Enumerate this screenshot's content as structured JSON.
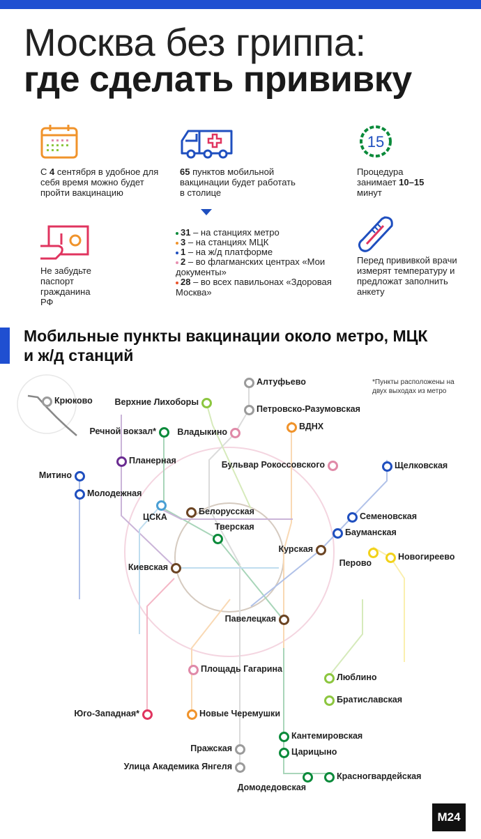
{
  "header": {
    "title_line1": "Москва без гриппа:",
    "title_line2": "где сделать прививку"
  },
  "facts": [
    {
      "icon": "calendar-icon",
      "pre": "С ",
      "bold": "4",
      "post": " сентября в удобное для себя время можно будет пройти вакцинацию"
    },
    {
      "icon": "ambulance-truck-icon",
      "pre": "",
      "bold": "65",
      "post": " пунктов мобильной вакцинации будет работать в столице"
    },
    {
      "icon": "timer-15-icon",
      "pre": "Процедура занимает ",
      "bold": "10–15",
      "post": " минут"
    },
    {
      "icon": "passport-icon",
      "pre": "Не забудьте паспорт гражданина РФ",
      "bold": "",
      "post": ""
    },
    {
      "icon": "thermometer-icon",
      "pre": "Перед прививкой врачи измерят температуру и предложат заполнить анкету",
      "bold": "",
      "post": ""
    }
  ],
  "breakdown": [
    {
      "count": "31",
      "text": " – на станциях метро",
      "color": "#0a8a3a"
    },
    {
      "count": "3",
      "text": " – на станциях МЦК",
      "color": "#f0932b"
    },
    {
      "count": "1",
      "text": " – на ж/д платформе",
      "color": "#1f4fbf"
    },
    {
      "count": "2",
      "text": " – во флагманских центрах «Мои документы»",
      "color": "#e890b0"
    },
    {
      "count": "28",
      "text": " – во всех павильонах «Здоровая Москва»",
      "color": "#e8532a"
    }
  ],
  "section_title": "Мобильные пункты вакцинации около метро, МЦК и ж/д станций",
  "note": "*Пункты расположены на двух выходах из метро",
  "stations": [
    {
      "name": "Крюково",
      "color": "#9b9b9b"
    },
    {
      "name": "Алтуфьево",
      "color": "#9b9b9b"
    },
    {
      "name": "Верхние Лихоборы",
      "color": "#8cc63f"
    },
    {
      "name": "Петровско-Разумовская",
      "color": "#9b9b9b"
    },
    {
      "name": "Речной вокзал*",
      "color": "#0a8a3a"
    },
    {
      "name": "Владыкино",
      "color": "#e08aa8"
    },
    {
      "name": "ВДНХ",
      "color": "#f0932b"
    },
    {
      "name": "Планерная",
      "color": "#6a2c91"
    },
    {
      "name": "Бульвар Рокоссовского",
      "color": "#e08aa8"
    },
    {
      "name": "Щелковская",
      "color": "#1f4fbf"
    },
    {
      "name": "Митино",
      "color": "#1f4fbf"
    },
    {
      "name": "Молодежная",
      "color": "#1f4fbf"
    },
    {
      "name": "ЦСКА",
      "color": "#4a9fd4"
    },
    {
      "name": "Белорусская",
      "color": "#6b4423"
    },
    {
      "name": "Тверская",
      "color": "#0a8a3a"
    },
    {
      "name": "Семеновская",
      "color": "#1f4fbf"
    },
    {
      "name": "Бауманская",
      "color": "#1f4fbf"
    },
    {
      "name": "Курская",
      "color": "#6b4423"
    },
    {
      "name": "Перово",
      "color": "#f2d21a"
    },
    {
      "name": "Новогиреево",
      "color": "#f2d21a"
    },
    {
      "name": "Киевская",
      "color": "#6b4423"
    },
    {
      "name": "Павелецкая",
      "color": "#6b4423"
    },
    {
      "name": "Площадь Гагарина",
      "color": "#e08aa8"
    },
    {
      "name": "Люблино",
      "color": "#8cc63f"
    },
    {
      "name": "Братиславская",
      "color": "#8cc63f"
    },
    {
      "name": "Юго-Западная*",
      "color": "#e0345f"
    },
    {
      "name": "Новые Черемушки",
      "color": "#f0932b"
    },
    {
      "name": "Кантемировская",
      "color": "#0a8a3a"
    },
    {
      "name": "Царицыно",
      "color": "#0a8a3a"
    },
    {
      "name": "Пражская",
      "color": "#9b9b9b"
    },
    {
      "name": "Улица Академика Янгеля",
      "color": "#9b9b9b"
    },
    {
      "name": "Домодедовская",
      "color": "#0a8a3a"
    },
    {
      "name": "Красногвардейская",
      "color": "#0a8a3a"
    }
  ],
  "logo": "M24"
}
